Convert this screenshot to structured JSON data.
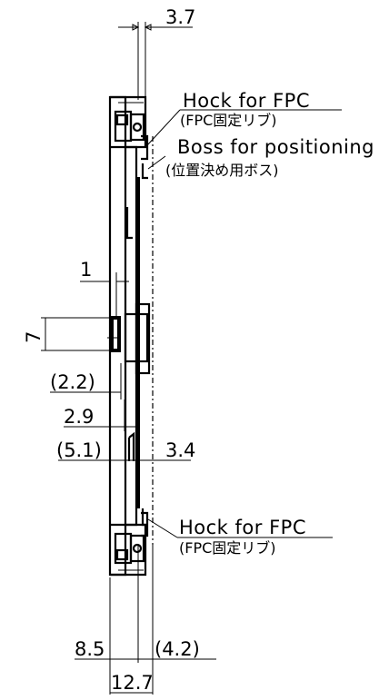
{
  "dimensions": {
    "top_thickness": "3.7",
    "rib_width": "1",
    "boss_height": "7",
    "offset_a": "(2.2)",
    "offset_b": "2.9",
    "offset_c": "(5.1)",
    "offset_d": "3.4",
    "base_left": "8.5",
    "base_right": "(4.2)",
    "total_width": "12.7"
  },
  "notes": {
    "hook_top_en": "Hock for FPC",
    "hook_top_jp": "(FPC固定リブ)",
    "boss_en": "Boss for positioning",
    "boss_jp": "(位置決め用ボス)",
    "hook_bottom_en": "Hock for FPC",
    "hook_bottom_jp": "(FPC固定リブ)"
  }
}
